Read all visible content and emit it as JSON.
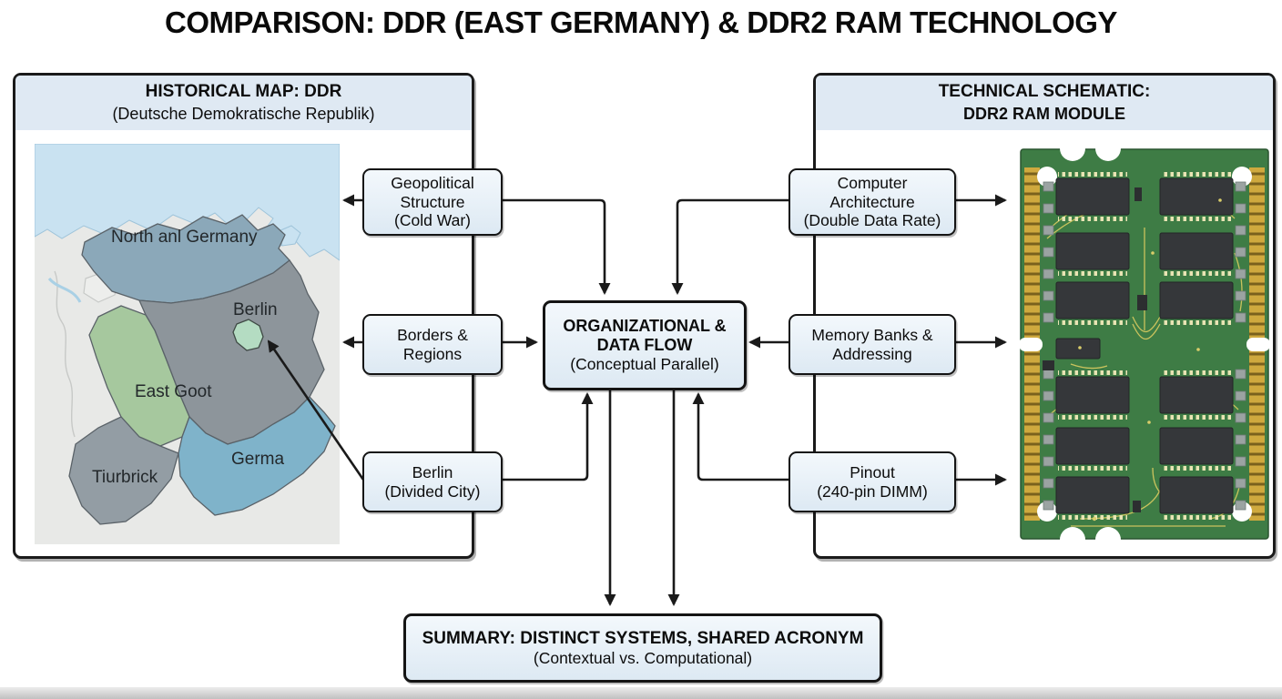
{
  "title": "COMPARISON: DDR (EAST GERMANY) & DDR2 RAM TECHNOLOGY",
  "left_panel": {
    "header": {
      "line1": "HISTORICAL MAP: DDR",
      "line2": "(Deutsche Demokratische Republik)"
    },
    "map_labels": {
      "north": "North anl Germany",
      "berlin": "Berlin",
      "east": "East Goot",
      "saxony": "Germa",
      "thuringia": "Tiurbrick"
    }
  },
  "right_panel": {
    "header": {
      "line1": "TECHNICAL SCHEMATIC:",
      "line2": "DDR2 RAM MODULE"
    }
  },
  "flow_boxes": {
    "left": [
      {
        "lines": [
          "Geopolitical",
          "Structure",
          "(Cold War)"
        ]
      },
      {
        "lines": [
          "Borders &",
          "Regions"
        ]
      },
      {
        "lines": [
          "Berlin",
          "(Divided City)"
        ]
      }
    ],
    "right": [
      {
        "lines": [
          "Computer",
          "Architecture",
          "(Double Data Rate)"
        ]
      },
      {
        "lines": [
          "Memory Banks &",
          "Addressing"
        ]
      },
      {
        "lines": [
          "Pinout",
          "(240-pin DIMM)"
        ]
      }
    ],
    "center": {
      "bold1": "ORGANIZATIONAL &",
      "bold2": "DATA FLOW",
      "sub": "(Conceptual Parallel)"
    },
    "summary": {
      "bold": "SUMMARY: DISTINCT SYSTEMS, SHARED ACRONYM",
      "sub": "(Contextual vs. Computational)"
    }
  },
  "colors": {
    "panel_header_bg": "#dfe9f3",
    "flow_box_bg": "#e7f0f8",
    "box_border": "#1a1a1a",
    "sea_blue": "#c9e2f1",
    "region_north": "#8ba8b9",
    "region_brandenburg": "#8d959b",
    "region_saxony_anhalt": "#a6c89e",
    "region_thuringia": "#939da4",
    "region_saxony": "#7fb3ca",
    "berlin_enclave": "#b4dcc2",
    "pcb_green": "#3e7c45",
    "pin_gold": "#cfa93e",
    "chip_black": "#35373a"
  }
}
